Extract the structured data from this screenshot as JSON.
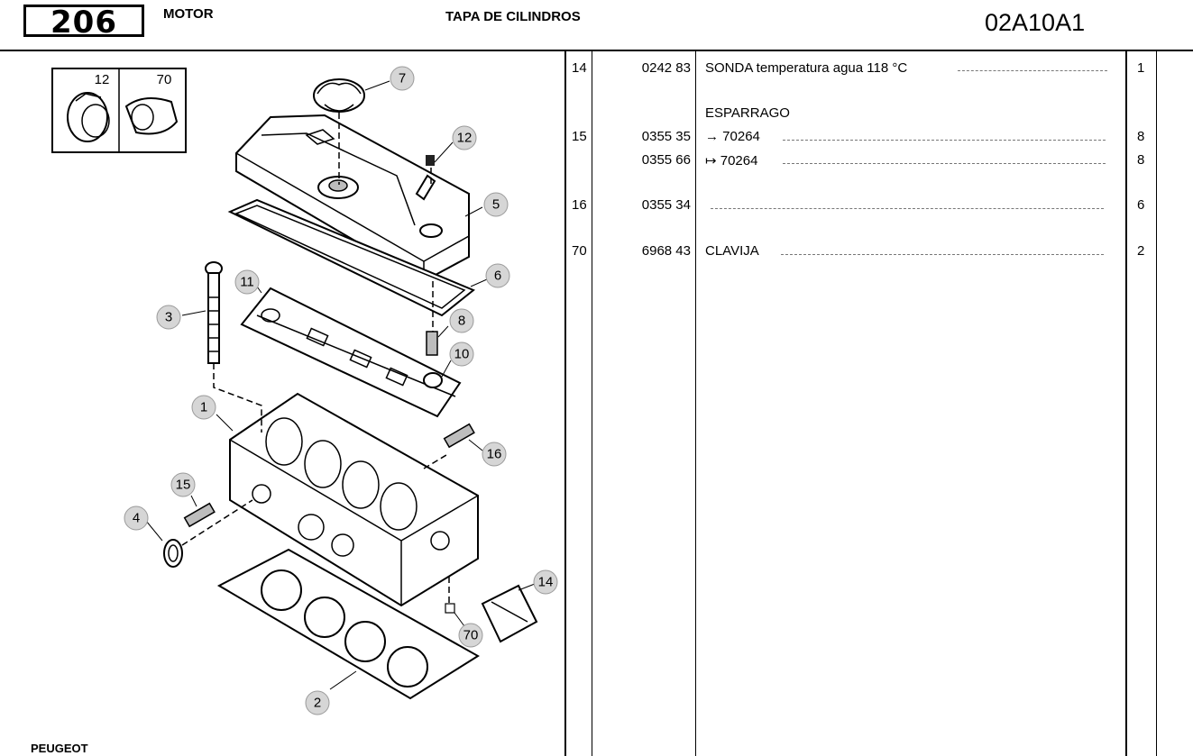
{
  "header": {
    "model": "206",
    "section": "MOTOR",
    "title": "TAPA DE CILINDROS",
    "code": "02A10A1"
  },
  "footer": {
    "brand": "PEUGEOT"
  },
  "diagram": {
    "inset_labels": [
      "12",
      "70"
    ],
    "callouts": [
      "7",
      "12",
      "5",
      "6",
      "11",
      "3",
      "8",
      "10",
      "1",
      "16",
      "15",
      "4",
      "14",
      "70",
      "2"
    ]
  },
  "parts": [
    {
      "ref": "14",
      "number": "0242 83",
      "description": "SONDA temperatura agua 118 °C",
      "qty": "1"
    },
    {
      "ref": "",
      "number": "",
      "description": "ESPARRAGO",
      "qty": ""
    },
    {
      "ref": "15",
      "number": "0355 35",
      "description": "→ 70264",
      "qty": "8"
    },
    {
      "ref": "",
      "number": "0355 66",
      "description": "↦ 70264",
      "qty": "8"
    },
    {
      "ref": "16",
      "number": "0355 34",
      "description": "",
      "qty": "6"
    },
    {
      "ref": "70",
      "number": "6968 43",
      "description": "CLAVIJA",
      "qty": "2"
    }
  ]
}
